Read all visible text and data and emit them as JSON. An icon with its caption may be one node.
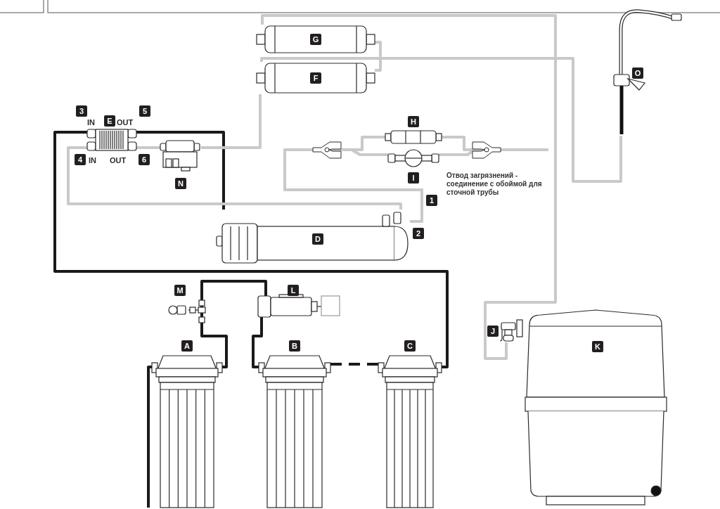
{
  "diagram": {
    "nodes": [
      {
        "text": [
          "G"
        ]
      },
      {
        "text": [
          "O"
        ]
      },
      {
        "text": [
          "F"
        ]
      },
      {
        "text": [
          "IN",
          "E",
          "OUT",
          "IN",
          "OUT"
        ]
      },
      {
        "text": [
          "H"
        ]
      },
      {
        "text": [
          "N"
        ]
      },
      {
        "text": [
          "I"
        ]
      },
      {
        "text": [
          "D"
        ]
      },
      {
        "text": [
          "M"
        ]
      },
      {
        "text": [
          "L"
        ]
      },
      {
        "text": [
          "J"
        ]
      },
      {
        "text": [
          "K"
        ]
      },
      {
        "text": [
          "A"
        ]
      },
      {
        "text": [
          "B"
        ]
      },
      {
        "text": [
          "C"
        ]
      },
      {
        "text": [
          "3"
        ]
      },
      {
        "text": [
          "5"
        ]
      },
      {
        "text": [
          "4"
        ]
      },
      {
        "text": [
          "6"
        ]
      },
      {
        "text": [
          "1"
        ]
      },
      {
        "text": [
          "2"
        ]
      }
    ],
    "edges": [
      {
        "from": null,
        "to": 12,
        "arrow": "none",
        "color": "#1a1a1a"
      },
      {
        "from": 12,
        "to": 8,
        "arrow": "none",
        "color": "#1a1a1a"
      },
      {
        "from": 8,
        "to": 9,
        "arrow": "none",
        "color": "#1a1a1a"
      },
      {
        "from": 9,
        "to": 13,
        "arrow": "none",
        "color": "#1a1a1a"
      },
      {
        "from": 13,
        "to": 14,
        "arrow": "none",
        "style": "dashed",
        "color": "#1a1a1a"
      },
      {
        "from": 14,
        "to": 3,
        "arrow": "none",
        "color": "#1a1a1a"
      },
      {
        "from": 3,
        "to": 7,
        "arrow": "none",
        "color": "#1a1a1a"
      },
      {
        "from": 7,
        "to": 3,
        "arrow": "none"
      },
      {
        "from": 7,
        "to": 4,
        "arrow": "none"
      },
      {
        "from": 7,
        "to": 6,
        "arrow": "none"
      },
      {
        "from": 4,
        "to": null,
        "arrow": "none"
      },
      {
        "from": 6,
        "to": null,
        "arrow": "none"
      },
      {
        "from": 3,
        "to": 5,
        "arrow": "none"
      },
      {
        "from": 5,
        "to": 2,
        "arrow": "none"
      },
      {
        "from": 2,
        "to": 0,
        "arrow": "none"
      },
      {
        "from": 2,
        "to": 1,
        "arrow": "none"
      },
      {
        "from": 0,
        "to": 10,
        "arrow": "none"
      }
    ],
    "labels": [
      "Отвод загрязнений - соединение с обоймой для сточной трубы"
    ]
  }
}
